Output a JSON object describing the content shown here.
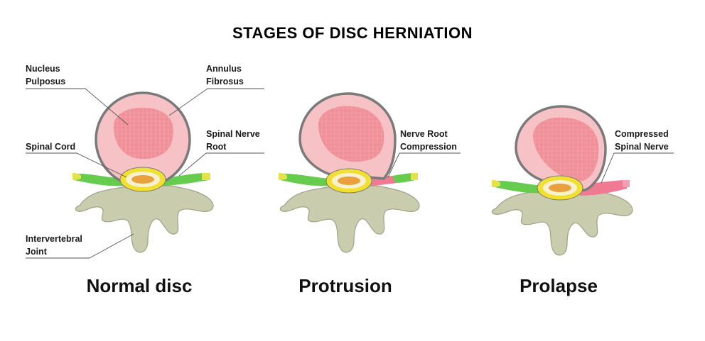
{
  "title": "STAGES OF DISC HERNIATION",
  "colors": {
    "disc_rim": "#7a7a7a",
    "annulus": "#f6c2c6",
    "nucleus": "#f08f97",
    "vertebra": "#c9ccad",
    "vertebra_edge": "#9ea287",
    "nerve": "#66cc4d",
    "nerve_tip": "#e3e24a",
    "nerve_compressed": "#f07a93",
    "spinal_cord_ring": "#f1e02f",
    "spinal_cord_inner": "#e8a13c"
  },
  "panels": [
    {
      "caption": "Normal disc",
      "labels": {
        "nucleus": [
          "Nucleus",
          "Pulposus"
        ],
        "annulus": [
          "Annulus",
          "Fibrosus"
        ],
        "spinal_cord": [
          "Spinal Cord"
        ],
        "nerve_root": [
          "Spinal Nerve",
          "Root"
        ],
        "joint": [
          "Intervertebral",
          "Joint"
        ]
      }
    },
    {
      "caption": "Protrusion",
      "labels": {
        "compression": [
          "Nerve Root",
          "Compression"
        ]
      }
    },
    {
      "caption": "Prolapse",
      "labels": {
        "compressed": [
          "Compressed",
          "Spinal Nerve"
        ]
      }
    }
  ]
}
